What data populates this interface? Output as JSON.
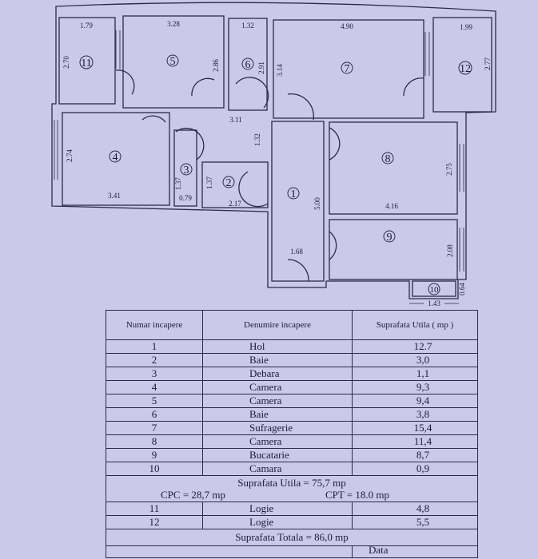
{
  "plan": {
    "rooms": [
      "1",
      "2",
      "3",
      "4",
      "5",
      "6",
      "7",
      "8",
      "9",
      "10",
      "11",
      "12"
    ],
    "dimensions": {
      "r11_w": "1.79",
      "r11_h": "2.70",
      "r5_w": "3.28",
      "r5_h": "2.86",
      "r6_w": "1.32",
      "r6_h": "2.91",
      "r7_w": "4.90",
      "r7_h": "3.14",
      "r12_w": "1.99",
      "r12_h": "2.77",
      "corr_w": "3.11",
      "corr_h": "1.32",
      "r4_w": "3.41",
      "r4_h": "2.74",
      "r3_w": "0.79",
      "r3_h": "1.37",
      "r2_w": "2.17",
      "r2_h": "1.37",
      "hol_w": "1.68",
      "hol_h": "5.00",
      "r8_w": "4.16",
      "r8_h": "2.75",
      "r9_h": "2.08",
      "r10_w": "1.43",
      "r10_h": "0.64"
    }
  },
  "table": {
    "headers": {
      "num": "Numar incapere",
      "name": "Denumire incapere",
      "area": "Suprafata Utila ( mp )"
    },
    "rows": [
      {
        "num": "1",
        "name": "Hol",
        "area": "12.7"
      },
      {
        "num": "2",
        "name": "Baie",
        "area": "3,0"
      },
      {
        "num": "3",
        "name": "Debara",
        "area": "1,1"
      },
      {
        "num": "4",
        "name": "Camera",
        "area": "9,3"
      },
      {
        "num": "5",
        "name": "Camera",
        "area": "9,4"
      },
      {
        "num": "6",
        "name": "Baie",
        "area": "3,8"
      },
      {
        "num": "7",
        "name": "Sufragerie",
        "area": "15,4"
      },
      {
        "num": "8",
        "name": "Camera",
        "area": "11,4"
      },
      {
        "num": "9",
        "name": "Bucatarie",
        "area": "8,7"
      },
      {
        "num": "10",
        "name": "Camara",
        "area": "0,9"
      }
    ],
    "suprafata_utila": "Suprafata Utila = 75,7 mp",
    "cpc": "CPC = 28,7  mp",
    "cpt": "CPT = 18.0 mp",
    "logii": [
      {
        "num": "11",
        "name": "Logie",
        "area": "4,8"
      },
      {
        "num": "12",
        "name": "Logie",
        "area": "5,5"
      }
    ],
    "suprafata_totala": "Suprafata Totala = 86,0 mp",
    "footer_date": "Data"
  }
}
